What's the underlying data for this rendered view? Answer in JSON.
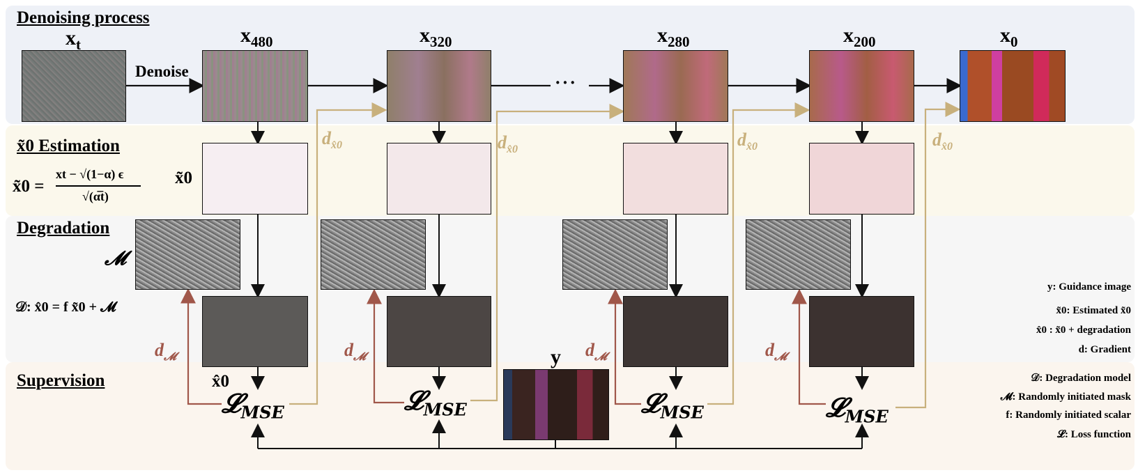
{
  "sections": {
    "denoising": "Denoising process",
    "estimation": "x̃0 Estimation",
    "degradation": "Degradation",
    "supervision": "Supervision"
  },
  "timesteps": [
    {
      "base": "x",
      "sub": "t"
    },
    {
      "base": "x",
      "sub": "480"
    },
    {
      "base": "x",
      "sub": "320"
    },
    {
      "base": "x",
      "sub": "280"
    },
    {
      "base": "x",
      "sub": "200"
    },
    {
      "base": "x",
      "sub": "0"
    }
  ],
  "labels": {
    "denoise": "Denoise",
    "ellipsis": "···",
    "x0_tilde": "x̃0",
    "x0_hat": "x̂0",
    "mask_symbol": "𝓜",
    "y": "y",
    "d_x0": "d",
    "d_x0_sub": "x̂0",
    "d_m": "d",
    "d_m_sub": "𝓜",
    "loss": "𝓛",
    "loss_sub": "MSE"
  },
  "formulas": {
    "estimation_lhs": "x̃0 =",
    "estimation_numerator": "xt − √(1−α) ϵ",
    "estimation_denominator": "√(α̅t)",
    "degradation": "𝒟: x̂0 = f x̃0 + 𝓜"
  },
  "legend": [
    "y: Guidance image",
    "x̃0: Estimated x̃0",
    "x̂0 : x̃0 + degradation",
    "d: Gradient",
    "𝒟: Degradation model",
    "𝓜: Randomly initiated mask",
    "f: Randomly initiated scalar",
    "𝓛: Loss function"
  ],
  "colors": {
    "band_denoise": "#eef1f7",
    "band_estimation": "#fbf8ec",
    "band_degradation": "#f6f6f6",
    "band_supervision": "#fbf5ee",
    "gold_arrow": "#c8b07c",
    "red_arrow": "#a0574a"
  }
}
